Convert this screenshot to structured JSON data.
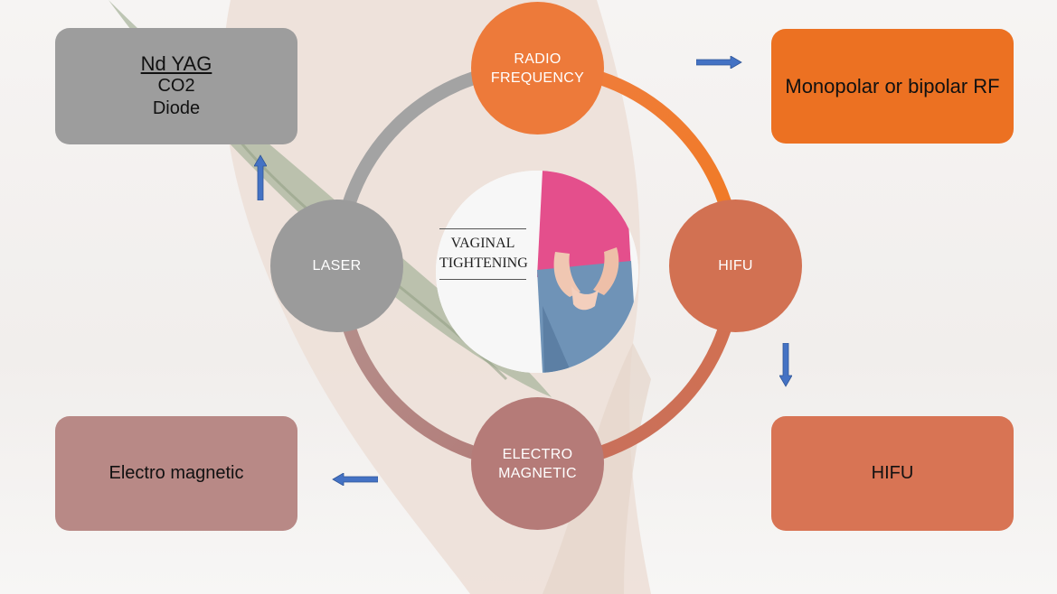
{
  "center": {
    "title_line1": "VAGINAL",
    "title_line2": "TIGHTENING"
  },
  "nodes": {
    "radio_frequency": {
      "line1": "RADIO",
      "line2": "FREQUENCY"
    },
    "hifu": {
      "label": "HIFU"
    },
    "electro_magnetic": {
      "line1": "ELECTRO",
      "line2": "MAGNETIC"
    },
    "laser": {
      "label": "LASER"
    }
  },
  "boxes": {
    "laser": {
      "line1": "Nd YAG",
      "line2": "CO2",
      "line3": "Diode"
    },
    "radio_frequency": {
      "label": "Monopolar or bipolar RF"
    },
    "hifu": {
      "label": "HIFU"
    },
    "electro_magnetic": {
      "label": "Electro magnetic"
    }
  },
  "colors": {
    "radio_frequency": "#ed7a3a",
    "hifu": "#d27152",
    "electro_magnetic": "#b57b78",
    "laser": "#9b9b9b",
    "arrow": "#4472c4"
  }
}
